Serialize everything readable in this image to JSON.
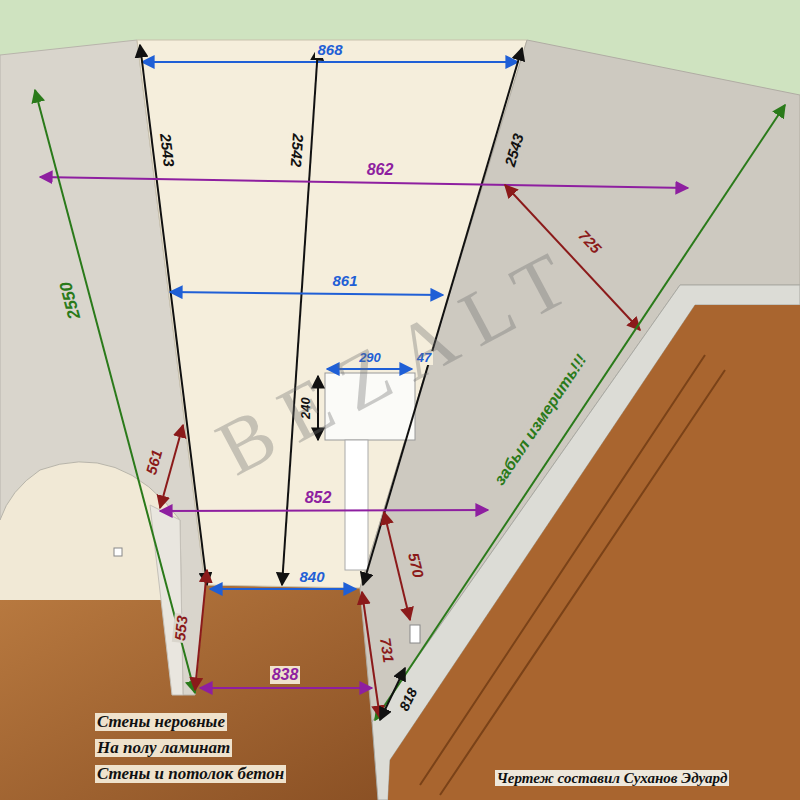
{
  "diagram": {
    "labels": [
      "868",
      "2543",
      "2542",
      "2543",
      "862",
      "725",
      "2550",
      "861",
      "290",
      "47",
      "240",
      "561",
      "852",
      "забыл измерить!!!",
      "570",
      "553",
      "840",
      "731",
      "838",
      "818",
      "BEZALT",
      "Стены неровные",
      "На полу ламинат",
      "Стены и потолок бетон",
      "Чертеж составил Суханов Эдуард"
    ]
  }
}
